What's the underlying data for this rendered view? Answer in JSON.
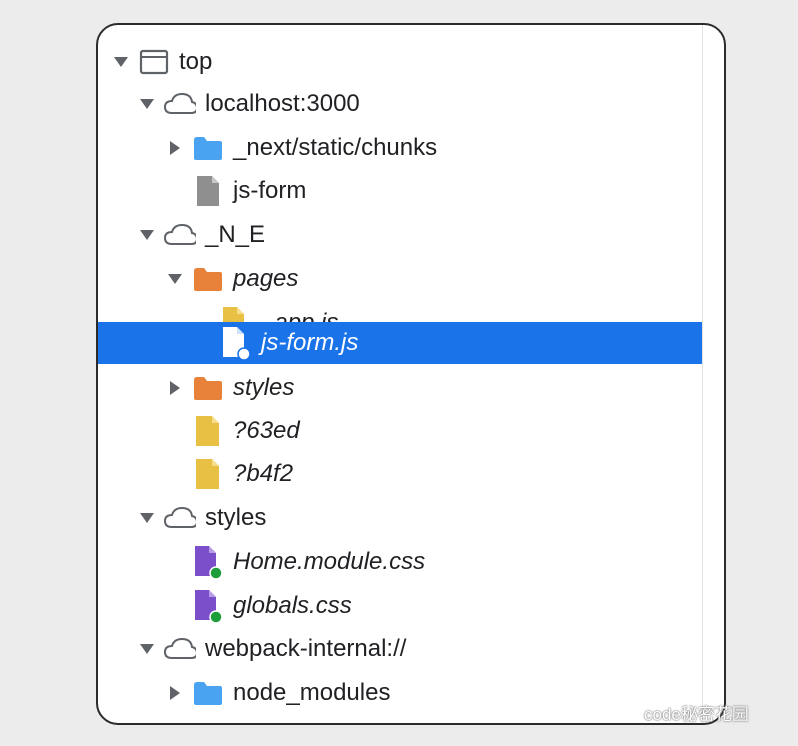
{
  "tree": {
    "items": [
      {
        "label": "top",
        "icon": "frame-icon",
        "expanded": true,
        "italic": false
      },
      {
        "label": "localhost:3000",
        "icon": "cloud-icon",
        "expanded": true,
        "italic": false
      },
      {
        "label": "_next/static/chunks",
        "icon": "folder-icon",
        "expanded": false,
        "italic": false
      },
      {
        "label": "js-form",
        "icon": "document-file-icon",
        "italic": false
      },
      {
        "label": "_N_E",
        "icon": "cloud-icon",
        "expanded": true,
        "italic": false
      },
      {
        "label": "pages",
        "icon": "folder-icon",
        "expanded": true,
        "italic": true
      },
      {
        "label": "_app.js",
        "icon": "script-file-icon",
        "italic": true
      },
      {
        "label": "js-form.js",
        "icon": "script-file-icon",
        "italic": true,
        "selected": true
      },
      {
        "label": "styles",
        "icon": "folder-icon",
        "expanded": false,
        "italic": true
      },
      {
        "label": "?63ed",
        "icon": "script-file-icon",
        "italic": true
      },
      {
        "label": "?b4f2",
        "icon": "script-file-icon",
        "italic": true
      },
      {
        "label": "styles",
        "icon": "cloud-icon",
        "expanded": true,
        "italic": false
      },
      {
        "label": "Home.module.css",
        "icon": "stylesheet-file-icon",
        "italic": true
      },
      {
        "label": "globals.css",
        "icon": "stylesheet-file-icon",
        "italic": true
      },
      {
        "label": "webpack-internal://",
        "icon": "cloud-icon",
        "expanded": true,
        "italic": false
      },
      {
        "label": "node_modules",
        "icon": "folder-icon",
        "expanded": false,
        "italic": false
      }
    ]
  },
  "watermark": {
    "text": "code秘密花园",
    "icon": "wechat-icon"
  },
  "colors": {
    "selection": "#1a73e8",
    "folder_blue": "#4aa3f0",
    "folder_orange": "#e8813a",
    "script_yellow": "#e8c043",
    "stylesheet_purple": "#7a4fc9",
    "document_gray": "#8f8f8f",
    "status_green": "#1e9e3a"
  }
}
